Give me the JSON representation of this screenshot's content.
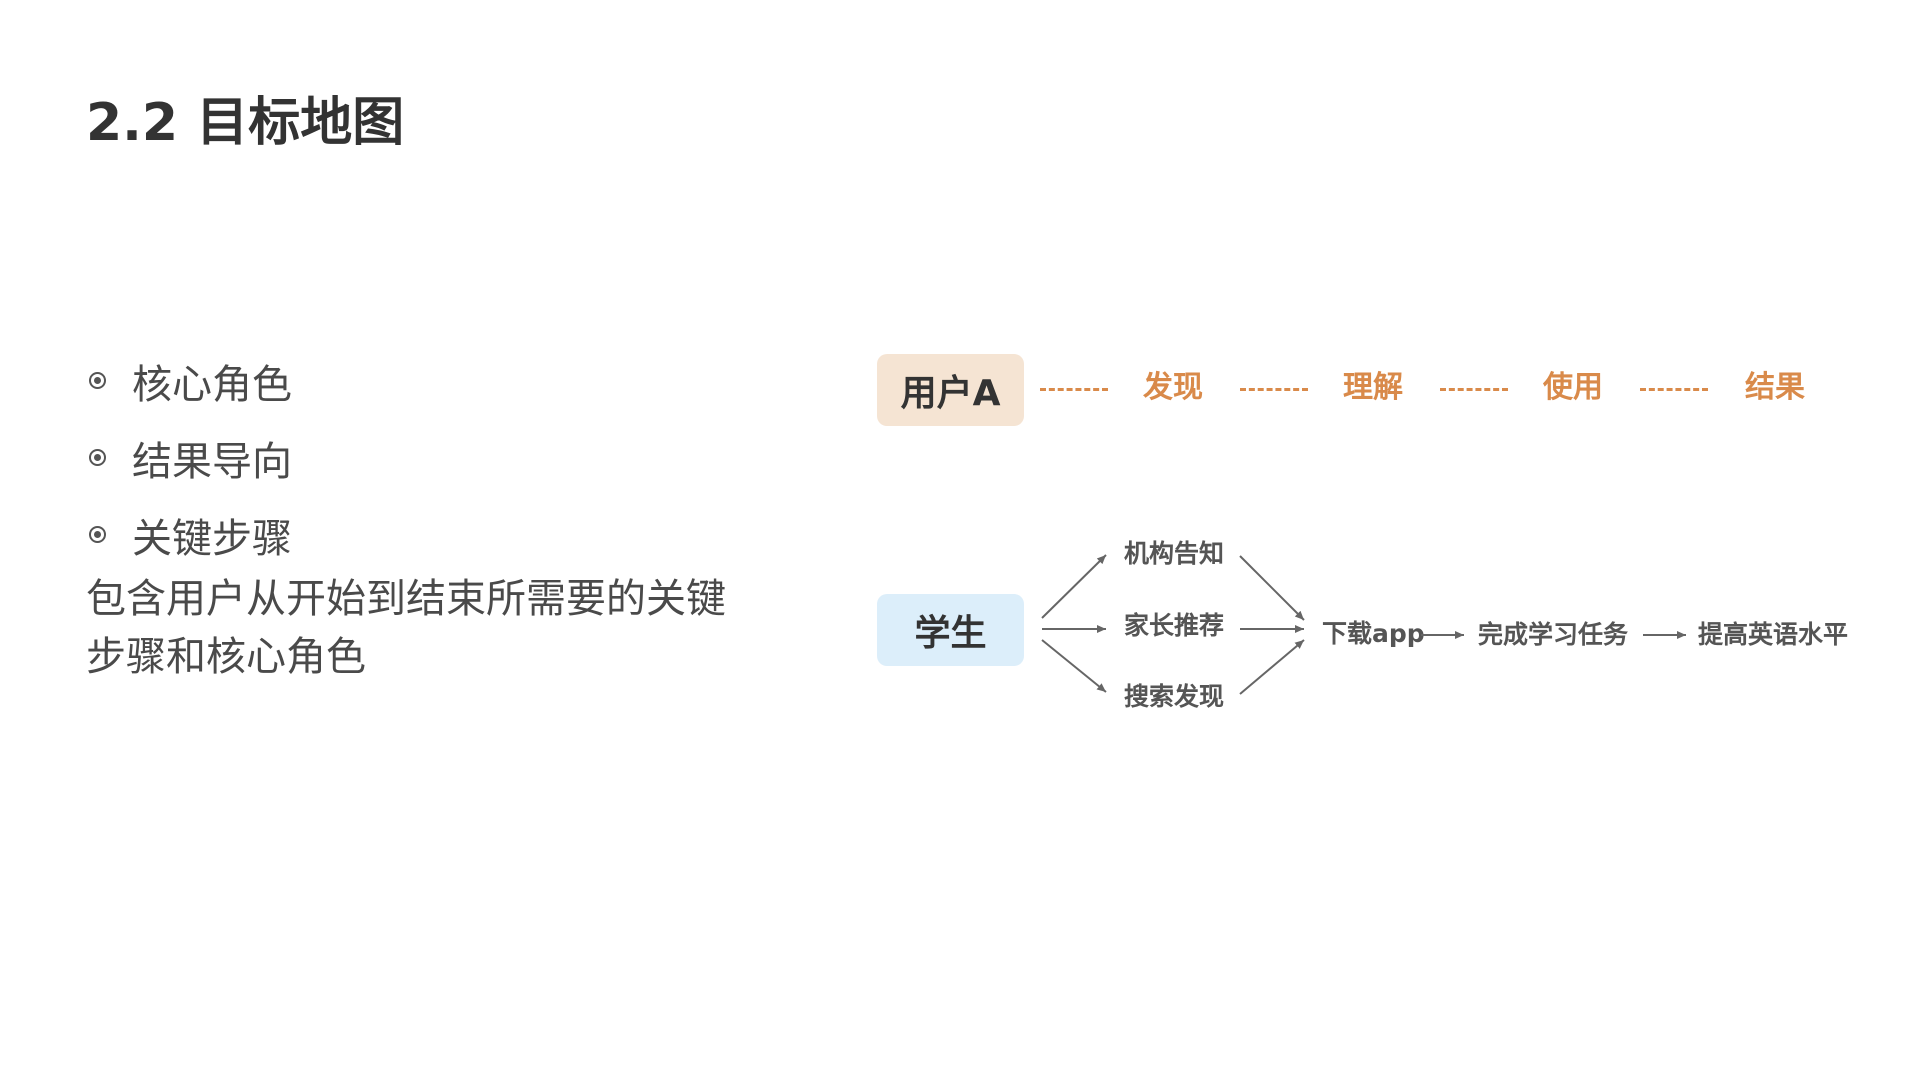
{
  "title": "2.2 目标地图",
  "bullets": [
    "核心角色",
    "结果导向",
    "关键步骤"
  ],
  "description_lines": [
    "包含用户从开始到结束所需要的关键",
    "步骤和核心角色"
  ],
  "user_flow": {
    "role": "用户A",
    "steps": [
      "发现",
      "理解",
      "使用",
      "结果"
    ]
  },
  "student_flow": {
    "role": "学生",
    "sources": [
      "机构告知",
      "家长推荐",
      "搜索发现"
    ],
    "chain": [
      "下载app",
      "完成学习任务",
      "提高英语水平"
    ]
  },
  "colors": {
    "accent_orange": "#d98a4a",
    "role_a_bg": "#f5e4d3",
    "student_bg": "#dceefa",
    "arrow_gray": "#666666"
  }
}
